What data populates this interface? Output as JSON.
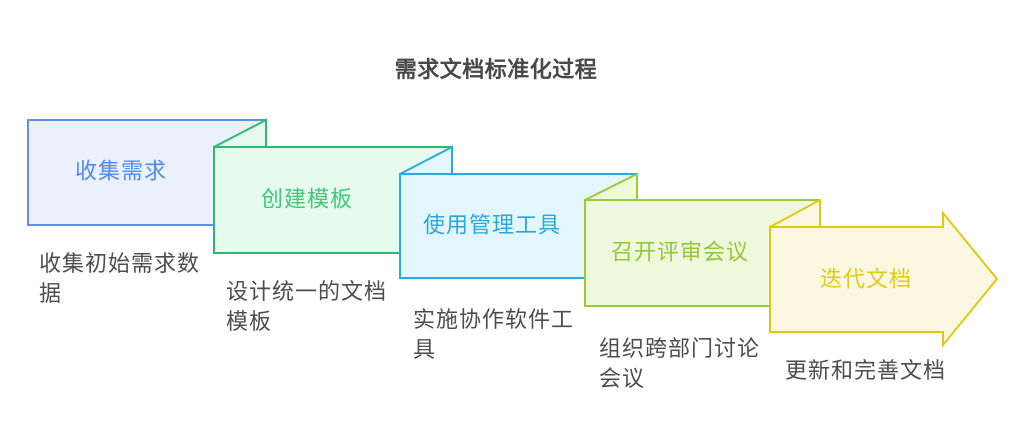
{
  "title": "需求文档标准化过程",
  "background": "#ffffff",
  "text_colors": {
    "title": "#484848",
    "caption": "#4d4d4d"
  },
  "steps": [
    {
      "label": "收集需求",
      "caption": "收集初始需求数据",
      "colors": {
        "border": "#608fe8",
        "fill": "#eaf0fc",
        "label": "#5389f0"
      }
    },
    {
      "label": "创建模板",
      "caption": "设计统一的文档模板",
      "colors": {
        "border": "#2fb873",
        "fill": "#e6faee",
        "label": "#40c87a"
      }
    },
    {
      "label": "使用管理工具",
      "caption": "实施协作软件工具",
      "colors": {
        "border": "#2aaade",
        "fill": "#e3f6fd",
        "label": "#29a8db"
      }
    },
    {
      "label": "召开评审会议",
      "caption": "组织跨部门讨论会议",
      "colors": {
        "border": "#9aca35",
        "fill": "#f0f8dc",
        "label": "#90c839"
      }
    },
    {
      "label": "迭代文档",
      "caption": "更新和完善文档",
      "colors": {
        "border": "#e2c712",
        "fill": "#fbf8e2",
        "label": "#e3c915"
      }
    }
  ]
}
